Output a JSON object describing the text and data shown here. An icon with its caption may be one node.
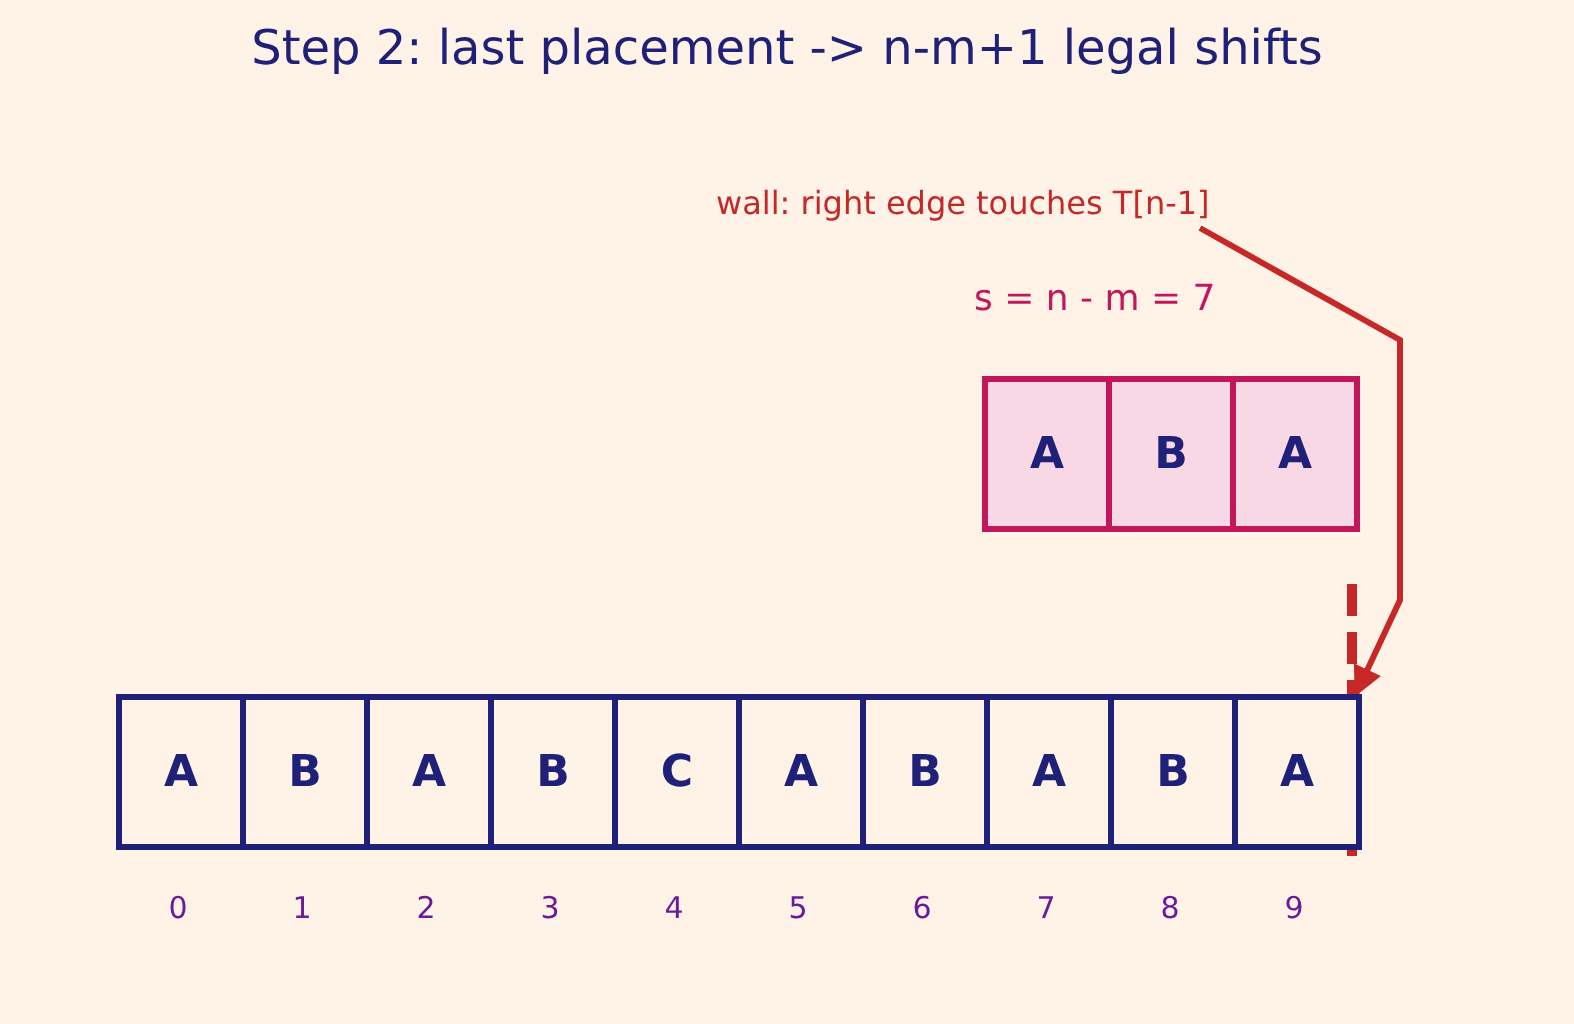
{
  "diagram": {
    "title": "Step 2: last placement -> n-m+1 legal shifts",
    "nodes": [
      {
        "text": [
          "wall: right edge touches T[n-1]"
        ]
      },
      {
        "text": [
          "A"
        ]
      },
      {
        "text": [
          "B"
        ]
      },
      {
        "text": [
          "A"
        ]
      },
      {
        "text": [
          "A"
        ]
      },
      {
        "text": [
          "B"
        ]
      },
      {
        "text": [
          "A"
        ]
      },
      {
        "text": [
          "B"
        ]
      },
      {
        "text": [
          "C"
        ]
      },
      {
        "text": [
          "A"
        ]
      },
      {
        "text": [
          "B"
        ]
      },
      {
        "text": [
          "A"
        ]
      },
      {
        "text": [
          "B"
        ]
      },
      {
        "text": [
          "A"
        ]
      }
    ],
    "edges": [
      {
        "from": 0,
        "to": 13,
        "arrow": "to",
        "color": "#c62828"
      }
    ],
    "labels": [
      "s = n - m = 7",
      "0",
      "1",
      "2",
      "3",
      "4",
      "5",
      "6",
      "7",
      "8",
      "9"
    ]
  }
}
